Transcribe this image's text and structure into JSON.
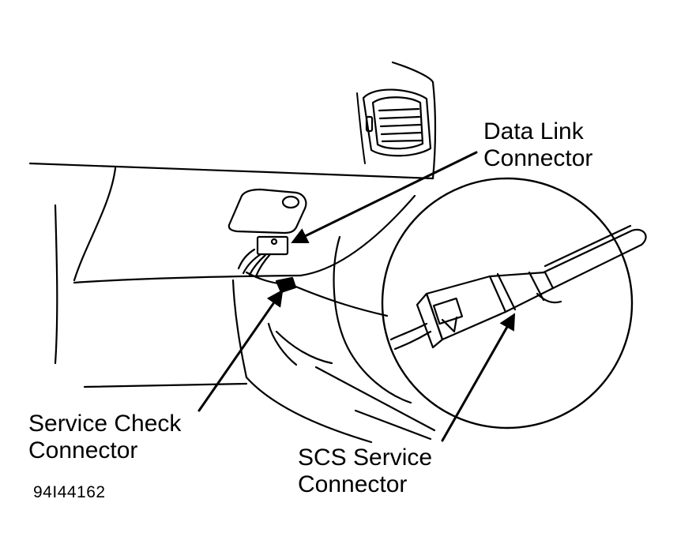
{
  "labels": {
    "data_link_connector": [
      "Data Link",
      "Connector"
    ],
    "service_check_connector": [
      "Service Check",
      "Connector"
    ],
    "scs_service_connector": [
      "SCS Service",
      "Connector"
    ]
  },
  "figure_id": "94I44162"
}
